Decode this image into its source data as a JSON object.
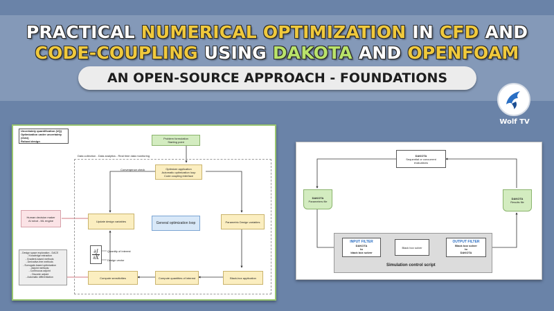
{
  "title": {
    "line1": {
      "w1": "PRACTICAL ",
      "w2": "NUMERICAL OPTIMIZATION",
      "w3": " IN ",
      "w4": "CFD",
      "w5": " AND"
    },
    "line2": {
      "w1": "CODE-COUPLING",
      "w2": " USING ",
      "w3": "DAKOTA",
      "w4": " AND ",
      "w5": "OPENFOAM"
    },
    "subtitle": "AN OPEN-SOURCE APPROACH - FOUNDATIONS"
  },
  "brand": {
    "name": "Wolf TV",
    "icon": "wolf-logo-icon",
    "color": "#2a6fc4"
  },
  "colors": {
    "accent_yellow": "#f0c93c",
    "accent_green": "#b9e36a",
    "background": "#6a83a8"
  },
  "left_diagram": {
    "uq_box": [
      "Uncertainty quantification (UQ)",
      "Optimization under uncertainty (OUU)",
      "Robust design"
    ],
    "problem": [
      "Problem formulation",
      "Starting point"
    ],
    "data_collection": "Data collection - Data analytics - Real time data monitoring",
    "convergence": "Convergence check",
    "optimizer": [
      "Optimizer application",
      "Automatic optimization loop",
      "Code coupling interface"
    ],
    "human": [
      "Human decision maker",
      "AI robot - ML engine"
    ],
    "update": "Update design variables",
    "general_loop": "General optimization loop",
    "parametric": "Parametric Design variables",
    "quantity_interest": "Quantity of interest",
    "design_vector": "Design vector",
    "fraction_top": "∂J",
    "fraction_bottom": "∂X",
    "compute_sens": "Compute sensitivities",
    "compute_qoi": "Compute quantities of interest",
    "blackbox_app": "Black-box application",
    "methods": [
      "- Design space exploration - DACE",
      "- Knowledge extraction",
      "- Gradient-based methods",
      "- Derivative-free methods",
      "- Surrogate-based optimization",
      "- Adjoint methods:",
      "    - Continuous adjoint",
      "    - Discrete adjoint",
      "    - Automatic differentiation"
    ]
  },
  "right_diagram": {
    "dakota": [
      "DAKOTA",
      "Sequential or concurrent",
      "evaluations"
    ],
    "params": [
      "DAKOTA",
      "Parameters file"
    ],
    "results": [
      "DAKOTA",
      "Results file"
    ],
    "input_filter": {
      "title": "INPUT FILTER",
      "lines": [
        "DAKOTA",
        "to",
        "black box solver"
      ]
    },
    "blackbox": "Black box solver",
    "output_filter": {
      "title": "OUTPUT FILTER",
      "lines": [
        "Black box solver",
        "to",
        "DAKOTA"
      ]
    },
    "script": "Simulation control script"
  }
}
